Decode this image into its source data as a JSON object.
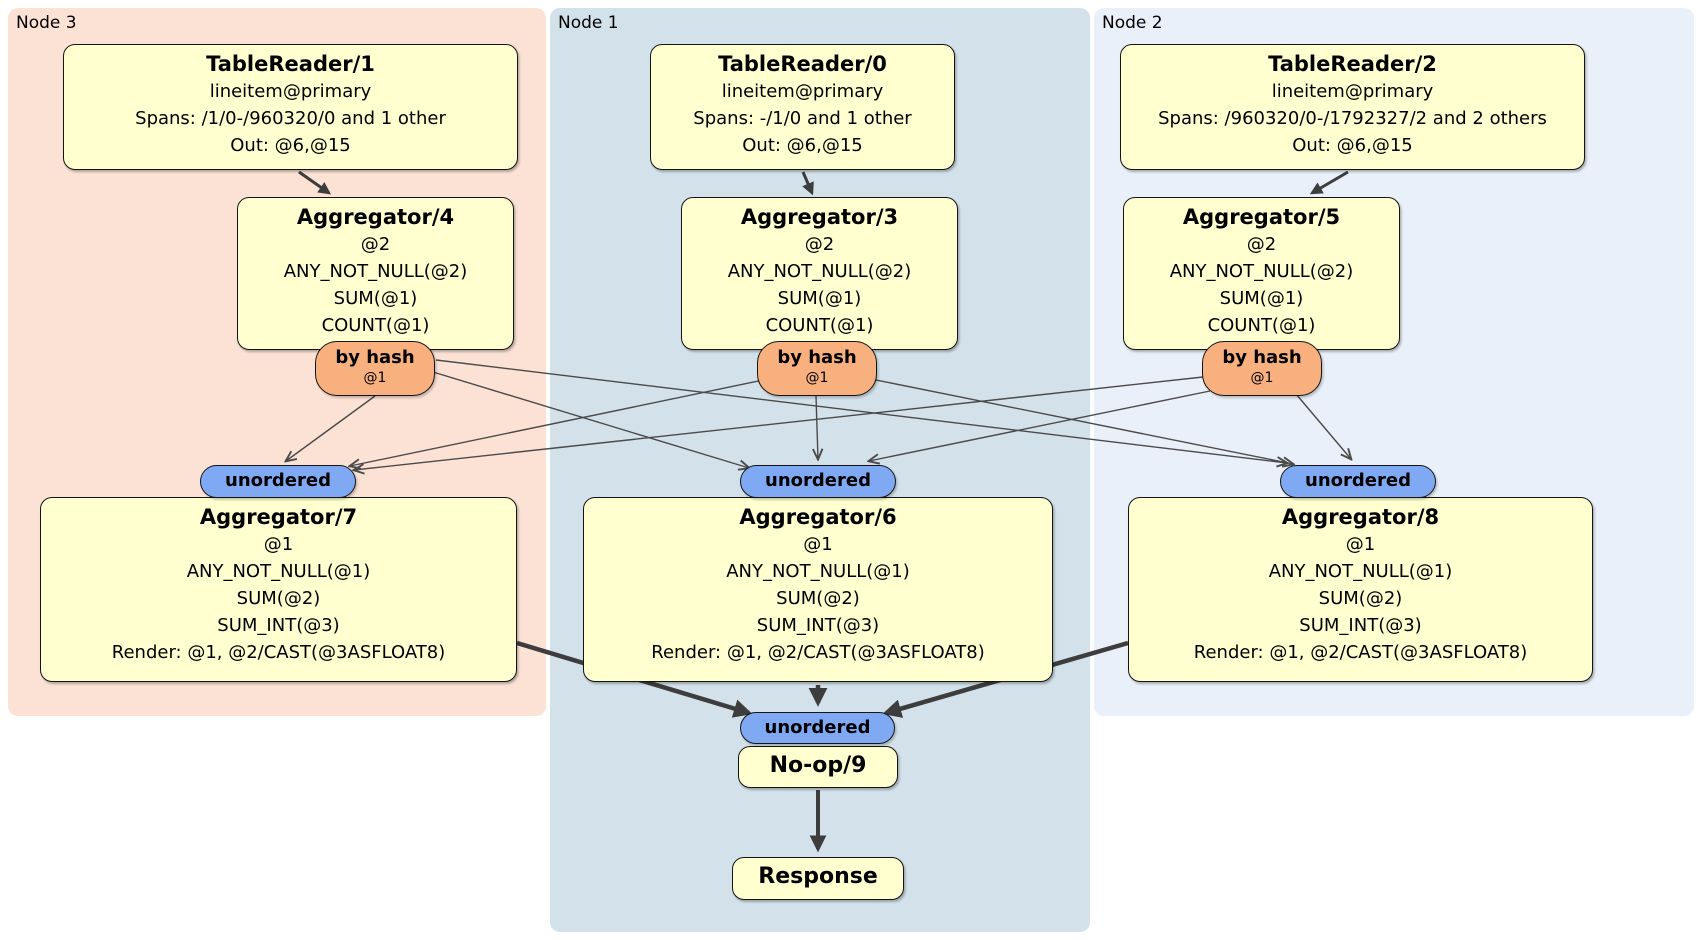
{
  "regions": {
    "node3": {
      "label": "Node 3"
    },
    "node1": {
      "label": "Node 1"
    },
    "node2": {
      "label": "Node 2"
    }
  },
  "nodes": {
    "tr1": {
      "title": "TableReader/1",
      "lines": [
        "lineitem@primary",
        "Spans: /1/0-/960320/0 and 1 other",
        "Out: @6,@15"
      ]
    },
    "tr0": {
      "title": "TableReader/0",
      "lines": [
        "lineitem@primary",
        "Spans: -/1/0 and 1 other",
        "Out: @6,@15"
      ]
    },
    "tr2": {
      "title": "TableReader/2",
      "lines": [
        "lineitem@primary",
        "Spans: /960320/0-/1792327/2 and 2 others",
        "Out: @6,@15"
      ]
    },
    "agg4": {
      "title": "Aggregator/4",
      "lines": [
        "@2",
        "ANY_NOT_NULL(@2)",
        "SUM(@1)",
        "COUNT(@1)"
      ]
    },
    "agg3": {
      "title": "Aggregator/3",
      "lines": [
        "@2",
        "ANY_NOT_NULL(@2)",
        "SUM(@1)",
        "COUNT(@1)"
      ]
    },
    "agg5": {
      "title": "Aggregator/5",
      "lines": [
        "@2",
        "ANY_NOT_NULL(@2)",
        "SUM(@1)",
        "COUNT(@1)"
      ]
    },
    "agg7": {
      "title": "Aggregator/7",
      "lines": [
        "@1",
        "ANY_NOT_NULL(@1)",
        "SUM(@2)",
        "SUM_INT(@3)",
        "Render: @1, @2/CAST(@3ASFLOAT8)"
      ]
    },
    "agg6": {
      "title": "Aggregator/6",
      "lines": [
        "@1",
        "ANY_NOT_NULL(@1)",
        "SUM(@2)",
        "SUM_INT(@3)",
        "Render: @1, @2/CAST(@3ASFLOAT8)"
      ]
    },
    "agg8": {
      "title": "Aggregator/8",
      "lines": [
        "@1",
        "ANY_NOT_NULL(@1)",
        "SUM(@2)",
        "SUM_INT(@3)",
        "Render: @1, @2/CAST(@3ASFLOAT8)"
      ]
    },
    "noop": {
      "title": "No-op/9"
    },
    "response": {
      "title": "Response"
    }
  },
  "connectors": {
    "by_hash": {
      "label": "by hash",
      "sub": "@1"
    },
    "unordered": {
      "label": "unordered"
    }
  },
  "colors": {
    "node3_bg": "#fce2d5",
    "node1_bg": "#d3e1ea",
    "node2_bg": "#eaf0f9",
    "node_box_fill": "#ffffd0",
    "by_hash_fill": "#f8b17e",
    "unordered_fill": "#80a9f4",
    "edge": "#404040"
  }
}
